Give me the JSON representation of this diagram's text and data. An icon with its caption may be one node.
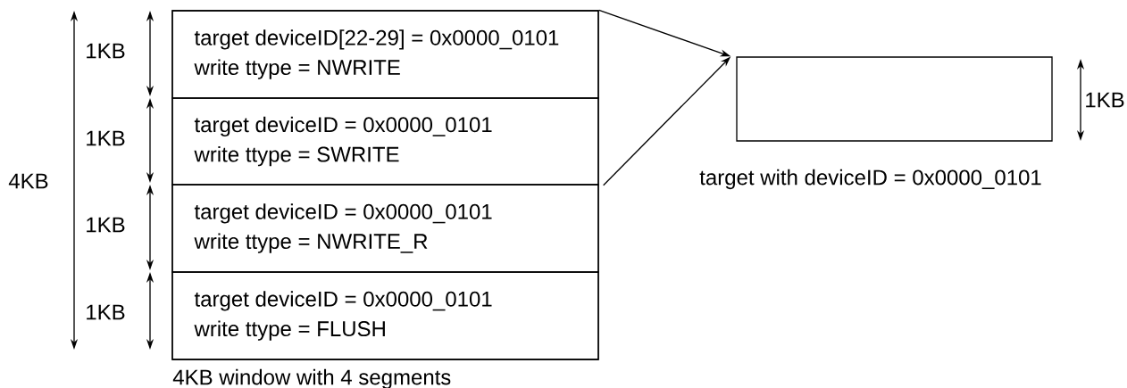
{
  "diagram": {
    "nodes": [
      {
        "text": [],
        "shape": "box",
        "beside": [
          "4KB window with 4 segments"
        ]
      },
      {
        "text": [
          "target deviceID[22-29] = 0x0000_0101",
          "write ttype = NWRITE"
        ],
        "in": 0
      },
      {
        "text": [
          "target deviceID = 0x0000_0101",
          "write ttype = SWRITE"
        ],
        "in": 0
      },
      {
        "text": [
          "target deviceID = 0x0000_0101",
          "write ttype = NWRITE_R"
        ],
        "in": 0
      },
      {
        "text": [
          "target deviceID = 0x0000_0101",
          "write ttype = FLUSH"
        ],
        "in": 0
      },
      {
        "text": [],
        "shape": "box",
        "beside": [
          "target with deviceID = 0x0000_0101"
        ]
      }
    ],
    "edges": [
      {
        "from": 1,
        "to": 5,
        "arrow": "to"
      },
      {
        "from": 2,
        "to": 5,
        "arrow": "to"
      }
    ],
    "labels": [
      "4KB",
      "1KB",
      "1KB",
      "1KB",
      "1KB",
      "1KB"
    ]
  }
}
